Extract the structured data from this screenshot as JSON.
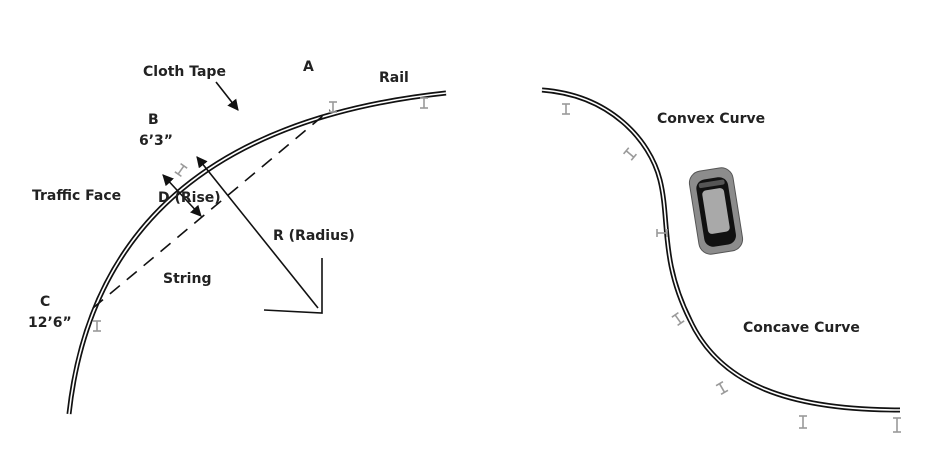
{
  "labels": {
    "a": "A",
    "b_letter": "B",
    "b_measure": "6’3”",
    "c_letter": "C",
    "c_measure": "12’6”",
    "cloth_tape": "Cloth Tape",
    "rail": "Rail",
    "traffic_face": "Traffic Face",
    "rise": "D (Rise)",
    "radius": "R (Radius)",
    "string": "String",
    "convex": "Convex Curve",
    "concave": "Concave Curve"
  },
  "colors": {
    "rail": "#111111",
    "post": "#9a9a9a",
    "text": "#222222",
    "car_body": "#8c8c8c",
    "car_glass": "#111111"
  }
}
